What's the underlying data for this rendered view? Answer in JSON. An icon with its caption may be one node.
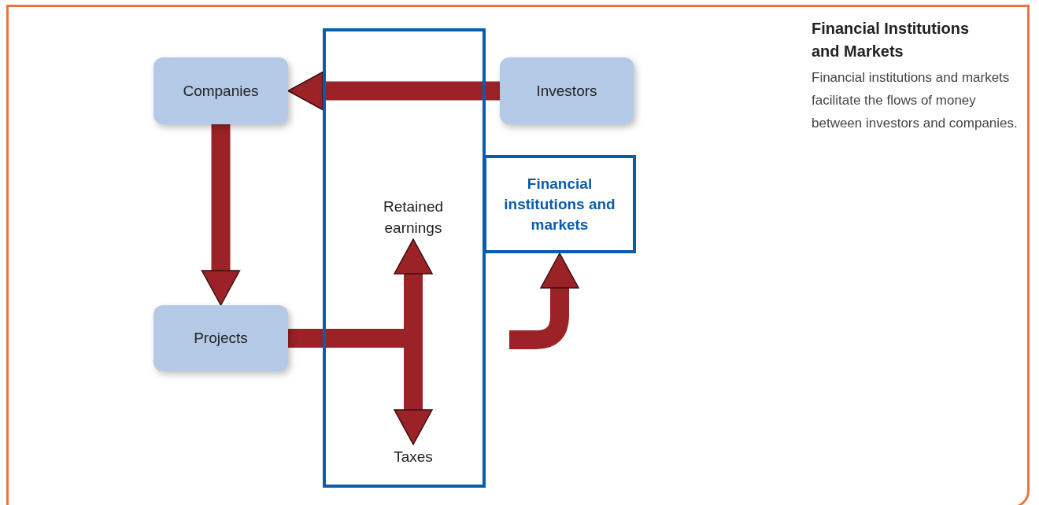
{
  "diagram": {
    "title": "Financial Institutions and Markets",
    "caption": "Financial institutions and markets facilitate the flows of money between investors and companies.",
    "nodes": [
      {
        "text": [],
        "shape": "box"
      },
      {
        "text": [
          "Companies"
        ]
      },
      {
        "text": [
          "Investors"
        ]
      },
      {
        "text": [
          "Financial institutions and markets"
        ]
      },
      {
        "text": [
          "Retained earnings"
        ],
        "in": 0
      },
      {
        "text": [
          "Projects"
        ]
      },
      {
        "text": [
          "Taxes"
        ],
        "in": 0
      }
    ],
    "edges": [
      {
        "from": 2,
        "to": 1,
        "arrow": "to"
      },
      {
        "from": 1,
        "to": 5,
        "arrow": "to"
      },
      {
        "from": 5,
        "to": 4,
        "arrow": "to"
      },
      {
        "from": 5,
        "to": 6,
        "arrow": "to"
      },
      {
        "from": null,
        "to": 3,
        "arrow": "to"
      }
    ]
  }
}
